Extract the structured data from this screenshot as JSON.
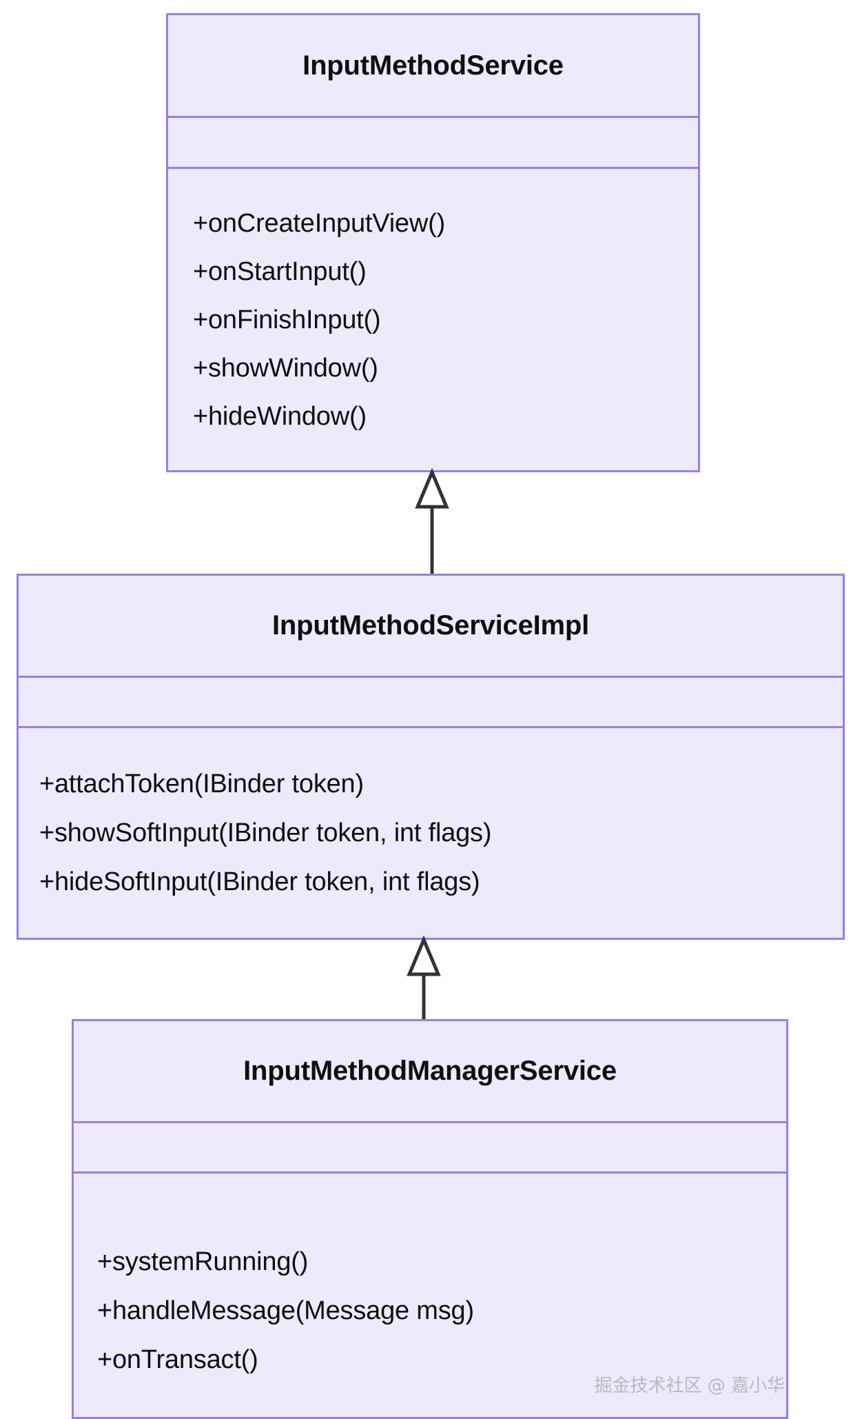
{
  "diagram": {
    "type": "uml-class-diagram",
    "background_color": "#ffffff",
    "box_fill_color": "#eceafb",
    "box_border_color": "#9b7ee0",
    "text_color": "#0f0f0f",
    "classes": [
      {
        "name": "InputMethodService",
        "attributes": [],
        "operations": [
          "+onCreateInputView()",
          "+onStartInput()",
          "+onFinishInput()",
          "+showWindow()",
          "+hideWindow()"
        ]
      },
      {
        "name": "InputMethodServiceImpl",
        "attributes": [],
        "operations": [
          "+attachToken(IBinder token)",
          "+showSoftInput(IBinder token, int flags)",
          "+hideSoftInput(IBinder token, int flags)"
        ]
      },
      {
        "name": "InputMethodManagerService",
        "attributes": [],
        "operations": [
          "+systemRunning()",
          "+handleMessage(Message msg)",
          "+onTransact()"
        ]
      }
    ],
    "relationships": [
      {
        "kind": "generalization",
        "arrow": "hollow-triangle",
        "from": "InputMethodServiceImpl",
        "to": "InputMethodService"
      },
      {
        "kind": "generalization",
        "arrow": "hollow-triangle",
        "from": "InputMethodManagerService",
        "to": "InputMethodServiceImpl"
      }
    ]
  },
  "watermark": {
    "text": "掘金技术社区 @ 嘉小华"
  }
}
